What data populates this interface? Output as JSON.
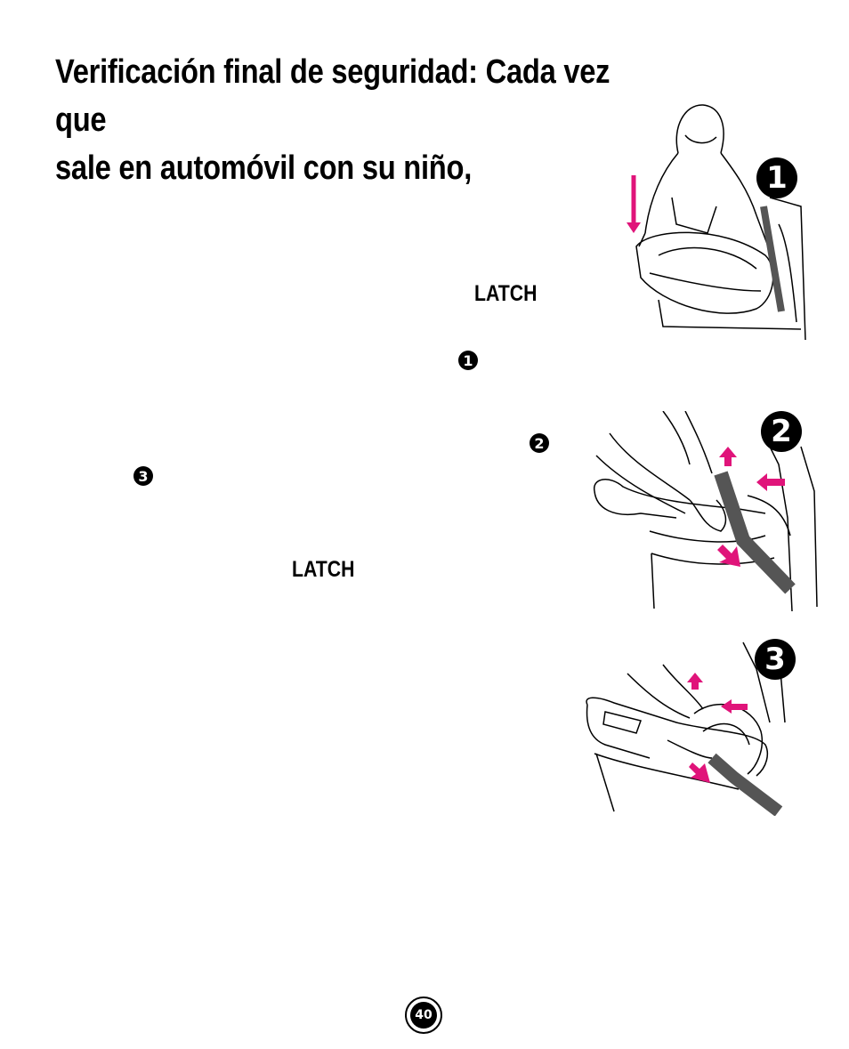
{
  "title": {
    "line1": "Verificación final de seguridad: Cada vez que",
    "line2": "sale en automóvil con su niño,"
  },
  "labels": {
    "latch_1": "LATCH",
    "latch_2": "LATCH"
  },
  "steps": {
    "one": "1",
    "two": "2",
    "three": "3"
  },
  "page_number": "40",
  "colors": {
    "arrow": "#e0147a",
    "ink": "#000000"
  }
}
